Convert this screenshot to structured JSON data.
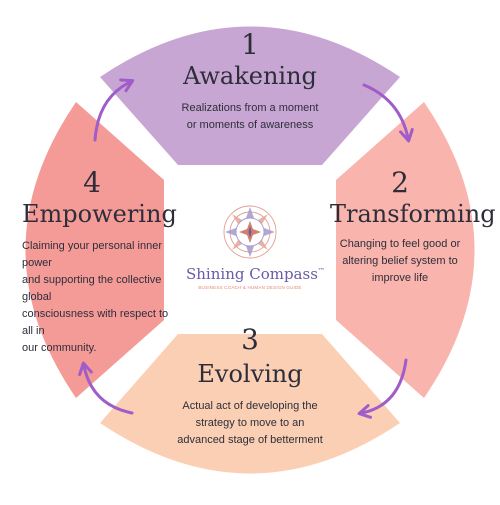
{
  "stages": [
    {
      "number": "1",
      "title": "Awakening",
      "description_lines": [
        "Realizations from a moment",
        "or moments of awareness"
      ],
      "color": "#c7a6d3"
    },
    {
      "number": "2",
      "title": "Transforming",
      "description_lines": [
        "Changing to feel good or",
        "altering belief system to",
        "improve life"
      ],
      "color": "#f8b4ad"
    },
    {
      "number": "3",
      "title": "Evolving",
      "description_lines": [
        "Actual act of developing the",
        "strategy to move to an",
        "advanced stage of betterment"
      ],
      "color": "#fbcfb4"
    },
    {
      "number": "4",
      "title": "Empowering",
      "description_lines": [
        "Claiming your personal inner power",
        "and supporting the collective global",
        "consciousness with respect to all in",
        "our community."
      ],
      "color": "#f49a97"
    }
  ],
  "logo": {
    "name": "Shining Compass",
    "trademark": "™",
    "tagline": "BUSINESS COACH & HUMAN DESIGN GUIDE"
  },
  "arrow_color": "#a05cc8"
}
